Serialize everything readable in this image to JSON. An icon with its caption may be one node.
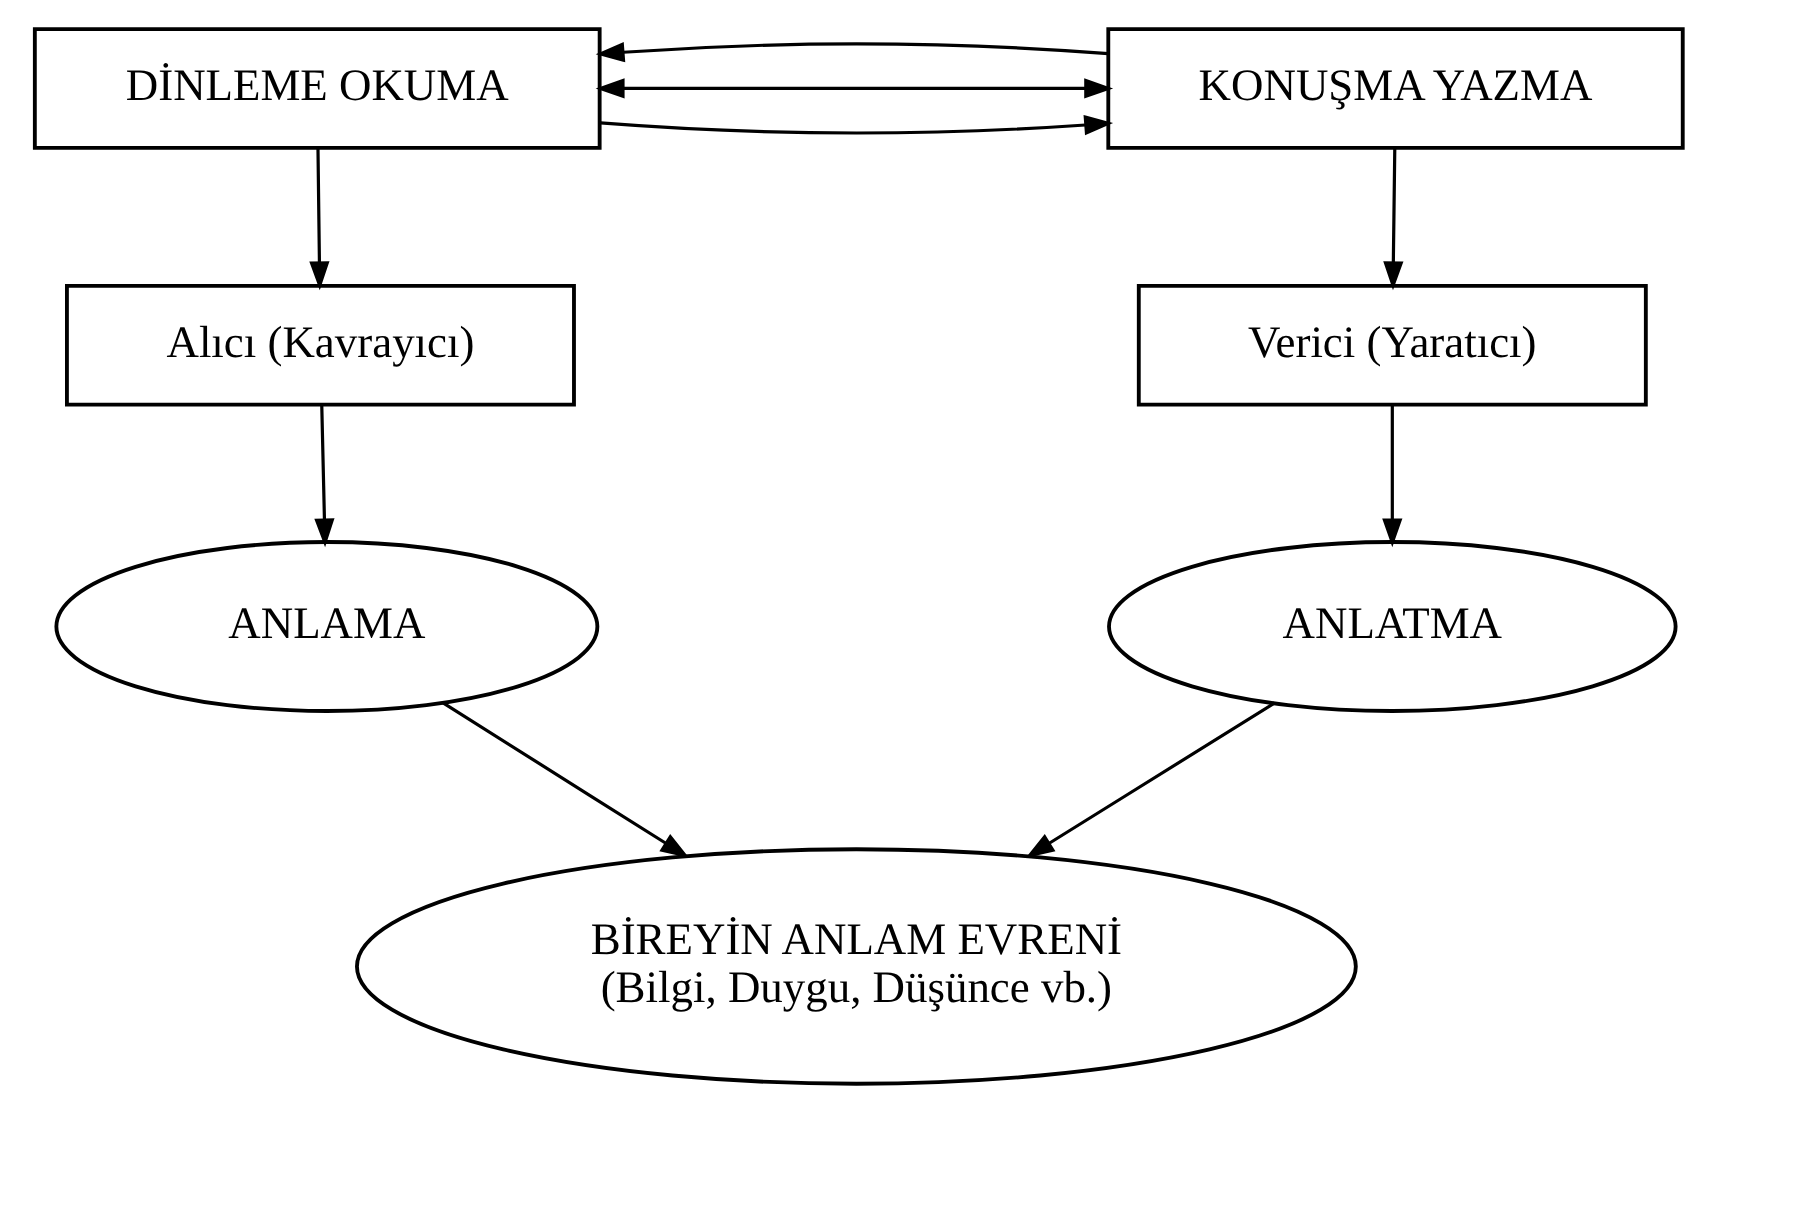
{
  "diagram": {
    "nodes": [
      {
        "text": [
          "DİNLEME OKUMA"
        ]
      },
      {
        "text": [
          "KONUŞMA YAZMA"
        ]
      },
      {
        "text": [
          "Alıcı (Kavrayıcı)"
        ]
      },
      {
        "text": [
          "Verici (Yaratıcı)"
        ]
      },
      {
        "text": [
          "ANLAMA"
        ]
      },
      {
        "text": [
          "ANLATMA"
        ]
      },
      {
        "text": [
          "BİREYİN ANLAM EVRENİ",
          "(Bilgi, Duygu, Düşünce vb.)"
        ]
      }
    ],
    "edges": [
      {
        "from": 0,
        "to": 1,
        "arrow": "to"
      },
      {
        "from": 0,
        "to": 1,
        "arrow": "both"
      },
      {
        "from": 1,
        "to": 0,
        "arrow": "to"
      },
      {
        "from": 0,
        "to": 2,
        "arrow": "to"
      },
      {
        "from": 1,
        "to": 3,
        "arrow": "to"
      },
      {
        "from": 2,
        "to": 4,
        "arrow": "to"
      },
      {
        "from": 3,
        "to": 5,
        "arrow": "to"
      },
      {
        "from": 4,
        "to": 6,
        "arrow": "to"
      },
      {
        "from": 5,
        "to": 6,
        "arrow": "to"
      }
    ]
  }
}
